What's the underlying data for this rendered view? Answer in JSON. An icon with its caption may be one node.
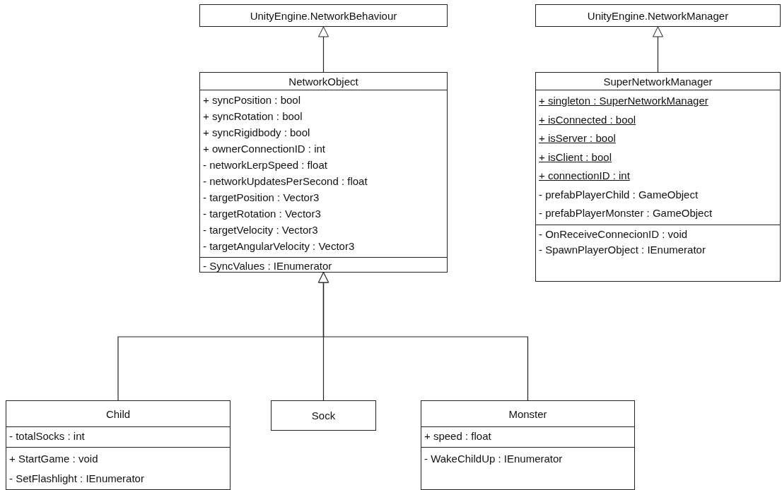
{
  "diagram": {
    "nodes": [
      {
        "text": [
          "UnityEngine.NetworkBehaviour"
        ]
      },
      {
        "text": [
          "UnityEngine.NetworkManager"
        ]
      },
      {
        "text": [
          "NetworkObject"
        ]
      },
      {
        "text": [
          "+ syncPosition : bool",
          "+ syncRotation : bool",
          "+ syncRigidbody : bool",
          "+ ownerConnectionID : int",
          "- networkLerpSpeed : float",
          "- networkUpdatesPerSecond : float",
          "- targetPosition : Vector3",
          "- targetRotation : Vector3",
          "- targetVelocity : Vector3",
          "- targetAngularVelocity : Vector3"
        ],
        "in": 2
      },
      {
        "text": [
          "- SyncValues : IEnumerator"
        ],
        "in": 2
      },
      {
        "text": [
          "SuperNetworkManager"
        ]
      },
      {
        "text": [
          "+ singleton : SuperNetworkManager",
          "+ isConnected : bool",
          "+ isServer : bool",
          "+ isClient : bool",
          "+ connectionID : int",
          "- prefabPlayerChild : GameObject",
          "- prefabPlayerMonster : GameObject"
        ],
        "in": 5
      },
      {
        "text": [
          "- OnReceiveConnecionID : void",
          "- SpawnPlayerObject : IEnumerator"
        ],
        "in": 5
      },
      {
        "text": [
          "Child"
        ]
      },
      {
        "text": [
          "- totalSocks : int"
        ],
        "in": 8
      },
      {
        "text": [
          "+ StartGame : void",
          "- SetFlashlight : IEnumerator"
        ],
        "in": 8
      },
      {
        "text": [
          "Sock"
        ]
      },
      {
        "text": [
          "Monster"
        ]
      },
      {
        "text": [
          "+ speed : float"
        ],
        "in": 12
      },
      {
        "text": [
          "- WakeChildUp : IEnumerator"
        ],
        "in": 12
      }
    ],
    "edges": [
      {
        "from": 2,
        "to": 0,
        "arrow": "to"
      },
      {
        "from": 5,
        "to": 1,
        "arrow": "to"
      },
      {
        "from": 8,
        "to": 2,
        "arrow": "to"
      },
      {
        "from": 11,
        "to": 2,
        "arrow": "to"
      },
      {
        "from": 12,
        "to": 2,
        "arrow": "to"
      }
    ]
  }
}
